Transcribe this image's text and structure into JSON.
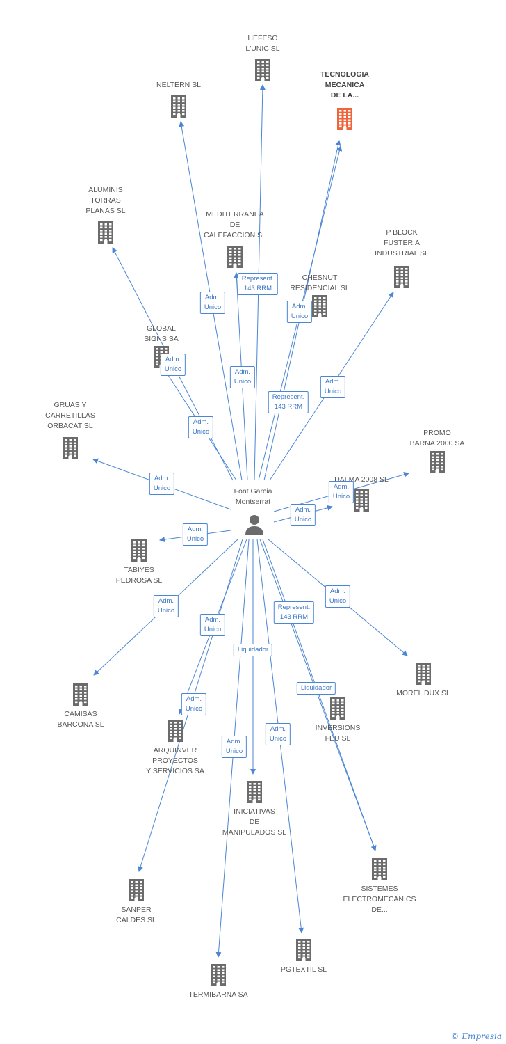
{
  "center": {
    "name": "Font Garcia\nMontserrat"
  },
  "colors": {
    "edge": "#4a86d4",
    "building": "#6b6b6b",
    "highlight": "#f0643c"
  },
  "nodes": [
    {
      "id": "hefeso",
      "label": "HEFESO\nL'UNIC SL"
    },
    {
      "id": "tecnologia",
      "label": "TECNOLOGIA\nMECANICA\nDE LA...",
      "highlight": true
    },
    {
      "id": "neltern",
      "label": "NELTERN SL"
    },
    {
      "id": "aluminis",
      "label": "ALUMINIS\nTORRAS\nPLANAS SL"
    },
    {
      "id": "mediterranea",
      "label": "MEDITERRANEA\nDE\nCALEFACCION SL"
    },
    {
      "id": "pblock",
      "label": "P BLOCK\nFUSTERIA\nINDUSTRIAL SL"
    },
    {
      "id": "chesnut",
      "label": "CHESNUT\nRESIDENCIAL SL"
    },
    {
      "id": "global",
      "label": "GLOBAL\nSIGNS SA"
    },
    {
      "id": "gruas",
      "label": "GRUAS Y\nCARRETILLAS\nORBACAT SL"
    },
    {
      "id": "promo",
      "label": "PROMO\nBARNA 2000 SA"
    },
    {
      "id": "dalma",
      "label": "DALMA 2008 SL"
    },
    {
      "id": "tabiyes",
      "label": "TABIYES\nPEDROSA SL"
    },
    {
      "id": "morel",
      "label": "MOREL DUX SL"
    },
    {
      "id": "camisas",
      "label": "CAMISAS\nBARCONA SL"
    },
    {
      "id": "inversions",
      "label": "INVERSIONS\nFEU SL"
    },
    {
      "id": "arquinver",
      "label": "ARQUINVER\nPROYECTOS\nY SERVICIOS SA"
    },
    {
      "id": "iniciativas",
      "label": "INICIATIVAS\nDE\nMANIPULADOS SL"
    },
    {
      "id": "sistemes",
      "label": "SISTEMES\nELECTROMECANICS\nDE..."
    },
    {
      "id": "sanper",
      "label": "SANPER\nCALDES SL"
    },
    {
      "id": "pgtextil",
      "label": "PGTEXTIL SL"
    },
    {
      "id": "termibarna",
      "label": "TERMIBARNA SA"
    }
  ],
  "relations": [
    {
      "target": "hefeso",
      "label": "Represent.\n143 RRM"
    },
    {
      "target": "neltern",
      "label": "Adm.\nUnico"
    },
    {
      "target": "tecnologia",
      "label": "Adm.\nUnico"
    },
    {
      "target": "mediterranea",
      "label": "Adm.\nUnico"
    },
    {
      "target": "tecnologia",
      "label": "Represent.\n143 RRM"
    },
    {
      "target": "global",
      "label": "Adm.\nUnico"
    },
    {
      "target": "aluminis",
      "label": "Adm.\nUnico"
    },
    {
      "target": "pblock",
      "label": "Adm.\nUnico"
    },
    {
      "target": "gruas",
      "label": "Adm.\nUnico"
    },
    {
      "target": "promo",
      "label": "Adm.\nUnico"
    },
    {
      "target": "dalma",
      "label": "Adm.\nUnico"
    },
    {
      "target": "tabiyes",
      "label": "Adm.\nUnico"
    },
    {
      "target": "camisas",
      "label": "Adm.\nUnico"
    },
    {
      "target": "morel",
      "label": "Adm.\nUnico"
    },
    {
      "target": "sistemes",
      "label": "Represent.\n143 RRM"
    },
    {
      "target": "arquinver",
      "label": "Adm.\nUnico"
    },
    {
      "target": "iniciativas",
      "label": "Liquidador"
    },
    {
      "target": "sistemes",
      "label": "Liquidador"
    },
    {
      "target": "sanper",
      "label": "Adm.\nUnico"
    },
    {
      "target": "termibarna",
      "label": "Adm.\nUnico"
    },
    {
      "target": "pgtextil",
      "label": "Adm.\nUnico"
    }
  ],
  "brand": {
    "copyright": "©",
    "name": "Empresia"
  }
}
